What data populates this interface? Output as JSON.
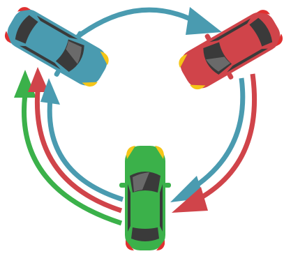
{
  "colors": {
    "blue": "#4a9bb0",
    "red": "#d0444a",
    "green": "#3bb14a",
    "glass": "#3a3a3a",
    "glass_highlight": "#6a6a6a",
    "headlight": "#f5c518",
    "taillight": "#e03030",
    "background": "#ffffff"
  },
  "cars": [
    {
      "name": "blue-car",
      "color": "blue"
    },
    {
      "name": "red-car",
      "color": "red"
    },
    {
      "name": "green-car",
      "color": "green"
    }
  ],
  "arrows": [
    {
      "name": "blue-arrow-top",
      "color": "blue",
      "from": "blue-car",
      "to": "red-car"
    },
    {
      "name": "blue-arrow-right",
      "color": "blue",
      "from": "red-car",
      "to": "green-car"
    },
    {
      "name": "red-arrow-right",
      "color": "red",
      "from": "red-car",
      "to": "green-car"
    },
    {
      "name": "blue-arrow-left",
      "color": "blue",
      "from": "green-car",
      "to": "blue-car"
    },
    {
      "name": "red-arrow-left",
      "color": "red",
      "from": "green-car",
      "to": "blue-car"
    },
    {
      "name": "green-arrow-left",
      "color": "green",
      "from": "green-car",
      "to": "blue-car"
    }
  ]
}
